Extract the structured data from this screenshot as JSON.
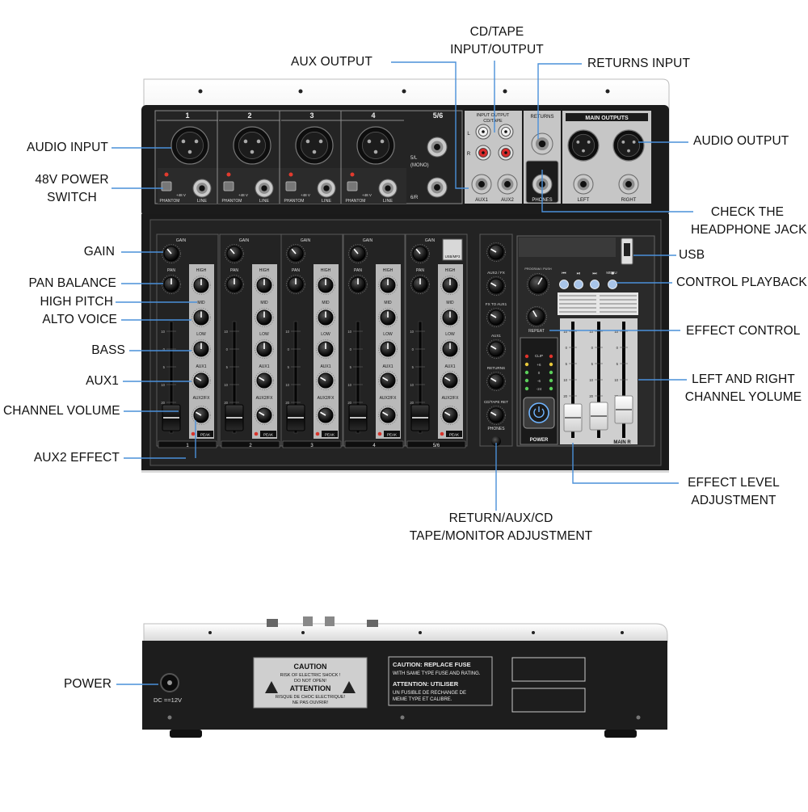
{
  "callouts": {
    "aux_output": "AUX OUTPUT",
    "cd_tape_1": "CD/TAPE",
    "cd_tape_2": "INPUT/OUTPUT",
    "returns_input": "RETURNS INPUT",
    "audio_input": "AUDIO INPUT",
    "audio_output": "AUDIO OUTPUT",
    "power48_1": "48V POWER",
    "power48_2": "SWITCH",
    "check_hp_1": "CHECK THE",
    "check_hp_2": "HEADPHONE JACK",
    "gain": "GAIN",
    "usb": "USB",
    "pan_balance": "PAN BALANCE",
    "control_playback": "CONTROL PLAYBACK",
    "high_pitch": "HIGH PITCH",
    "alto_voice": "ALTO VOICE",
    "effect_control": "EFFECT CONTROL",
    "bass": "BASS",
    "aux1": "AUX1",
    "lr_vol_1": "LEFT AND RIGHT",
    "lr_vol_2": "CHANNEL YOLUME",
    "channel_volume": "CHANNEL VOLUME",
    "aux2_effect": "AUX2 EFFECT",
    "effect_level_1": "EFFECT LEVEL",
    "effect_level_2": "ADJUSTMENT",
    "return_adj_1": "RETURN/AUX/CD",
    "return_adj_2": "TAPE/MONITOR ADJUSTMENT",
    "power": "POWER"
  },
  "mixer_top": {
    "channel_numbers": [
      "1",
      "2",
      "3",
      "4",
      "5/6"
    ],
    "phantom_label": "PHANTOM",
    "plus48": "+48 V",
    "line_label": "LINE",
    "mono_1": "5/L",
    "mono_2": "(MONO)",
    "right_6": "6/R",
    "input_output": "INPUT  OUTPUT",
    "cd_tape_small": "CD/TAPE",
    "returns": "RETURNS",
    "main_outputs": "MAIN OUTPUTS",
    "aux1_jack": "AUX1",
    "aux2_jack": "AUX2",
    "phones_jack": "PHONES",
    "left_jack": "LEFT",
    "right_jack": "RIGHT",
    "l": "L",
    "r": "R"
  },
  "mixer_panel": {
    "gain": "GAIN",
    "pan": "PAN",
    "high": "HIGH",
    "mid": "MID",
    "low": "LOW",
    "aux1": "AUX1",
    "aux2fx": "AUX2/FX",
    "peak": "PEAK",
    "usb_mp3": "USB/MP3",
    "aux2_fx_small": "AUX2 / FX",
    "fx_to_aux1": "FX TO AUX1",
    "aux1_small": "AUX1",
    "returns_small": "RETURNS",
    "cd_tape_ret": "CD/TAPE RET",
    "phones_small": "PHONES",
    "program_push": "PROGRAM / PUSH",
    "menu": "MENU",
    "repeat": "REPEAT",
    "clip": "CLIP",
    "power_small": "POWER",
    "main_lr": "MAIN  R",
    "strip_labels": [
      "1",
      "2",
      "3",
      "4",
      "5/6"
    ],
    "meter_values": [
      "+6",
      "0",
      "-6",
      "-24"
    ],
    "fader_scale": [
      "10",
      "0",
      "5",
      "10",
      "20"
    ]
  },
  "mixer_back": {
    "caution_title": "CAUTION",
    "caution_line1": "RISK OF ELECTRIC SHOCK !",
    "caution_line2": "DO NOT OPEN!",
    "attention_title": "ATTENTION",
    "attention_line1": "RISQUE DE CHOC ELECTRIQUE!",
    "attention_line2": "NE PAS OUVRIR!",
    "fuse_caution": "CAUTION: REPLACE FUSE",
    "fuse_caution_2": "WITH SAME TYPE FUSE AND RATING.",
    "fuse_attention": "ATTENTION: UTILISER",
    "fuse_attention_2": "UN FUSIBLE DE RECHANGE DE",
    "fuse_attention_3": "MEME TYPE ET CALIBRE.",
    "dc": "DC ==12V"
  },
  "colors": {
    "line": "#4a90d9",
    "body": "#1c1c1c",
    "panel": "#2a2a2a",
    "grey_strip": "#b9b9b9",
    "frame": "#e9e9e9"
  }
}
